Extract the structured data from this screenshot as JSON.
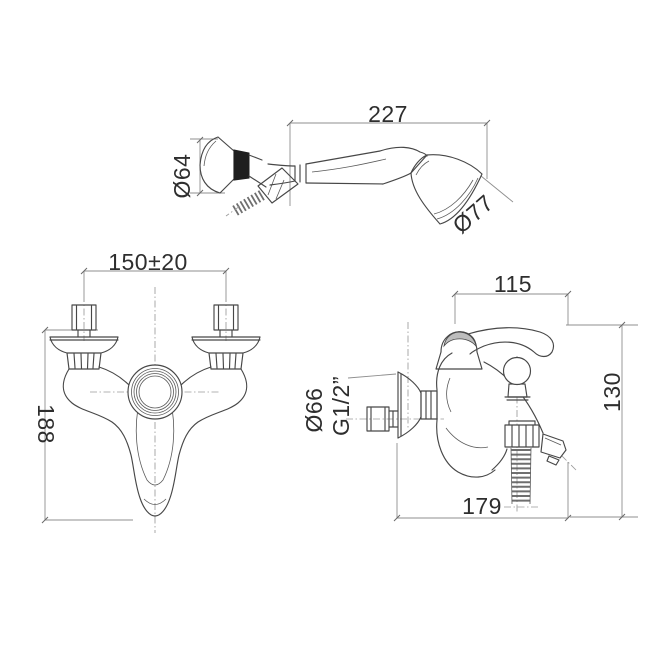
{
  "title": "Bath-shower mixer technical drawing",
  "views": {
    "hand_shower": {
      "length": "227",
      "holder_diameter": "Ø64",
      "head_diameter": "Ø77"
    },
    "front": {
      "center_distance": "150±20",
      "height": "188"
    },
    "side": {
      "depth": "115",
      "height": "130",
      "reach": "179",
      "flange_diameter": "Ø66",
      "thread": "G1/2”"
    }
  }
}
